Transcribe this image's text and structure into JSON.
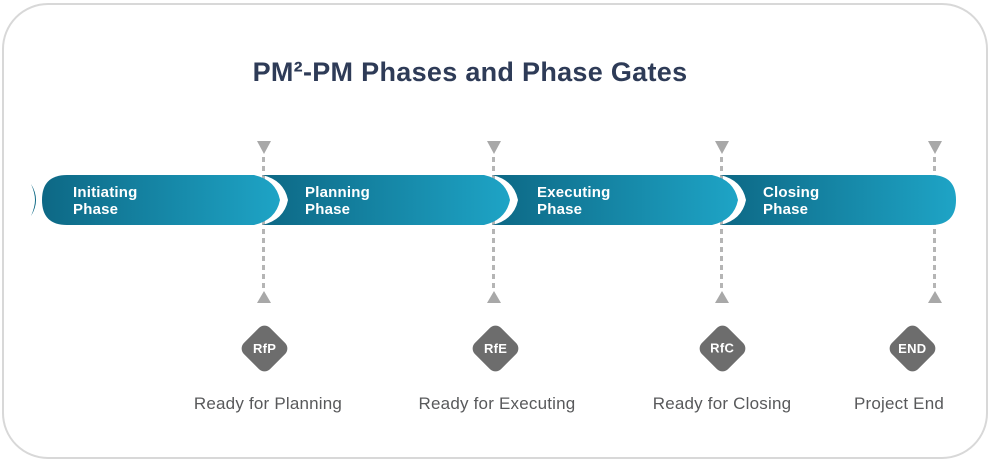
{
  "title": "PM²-PM Phases and Phase Gates",
  "phases": [
    {
      "label": "Initiating\nPhase"
    },
    {
      "label": "Planning\nPhase"
    },
    {
      "label": "Executing\nPhase"
    },
    {
      "label": "Closing\nPhase"
    }
  ],
  "gates": [
    {
      "code": "RfP",
      "label": "Ready for Planning"
    },
    {
      "code": "RfE",
      "label": "Ready for Executing"
    },
    {
      "code": "RfC",
      "label": "Ready for Closing"
    },
    {
      "code": "END",
      "label": "Project End"
    }
  ],
  "colors": {
    "title_navy": "#2e3b57",
    "bar_gradient_start": "#0d6885",
    "bar_gradient_end": "#1ea4c6",
    "gate_diamond_fill": "#6d6d6d",
    "gate_diamond_text": "#ffffff",
    "gate_label_gray": "#58595b",
    "dashed_line_gray": "#b5b5b5",
    "card_border_gray": "#d8d8d8"
  }
}
